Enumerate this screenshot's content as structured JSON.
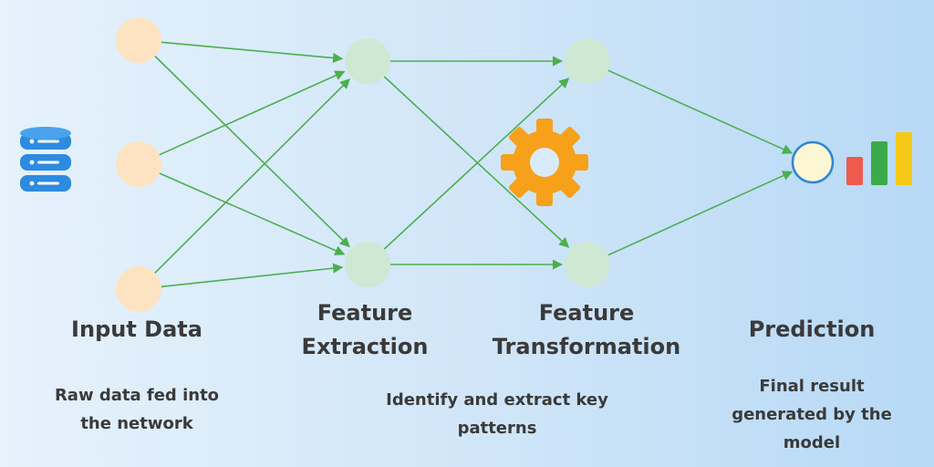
{
  "stages": [
    {
      "id": "input",
      "title_lines": [
        "Input Data"
      ],
      "desc_lines": [
        "Raw data fed into",
        "the network"
      ]
    },
    {
      "id": "extraction",
      "title_lines": [
        "Feature",
        "Extraction"
      ]
    },
    {
      "id": "transformation",
      "title_lines": [
        "Feature",
        "Transformation"
      ]
    },
    {
      "id": "prediction",
      "title_lines": [
        "Prediction"
      ],
      "desc_lines": [
        "Final result",
        "generated by the",
        "model"
      ]
    }
  ],
  "shared_description_lines": [
    "Identify and extract key",
    "patterns"
  ],
  "icons": {
    "database": "database-icon",
    "gear": "gear-icon",
    "bar_chart": "bar-chart-icon"
  },
  "colors": {
    "input_node": "#fde3c2",
    "hidden_node": "#cfe8d4",
    "output_node_fill": "#fdf7d3",
    "output_node_stroke": "#2f86d6",
    "connection": "#4caf50",
    "database": "#2d8be0",
    "gear": "#f7a11a",
    "bar_red": "#ef5a4e",
    "bar_green": "#3aaa4a",
    "bar_yellow": "#f6c916",
    "text": "#3a3a3a"
  }
}
